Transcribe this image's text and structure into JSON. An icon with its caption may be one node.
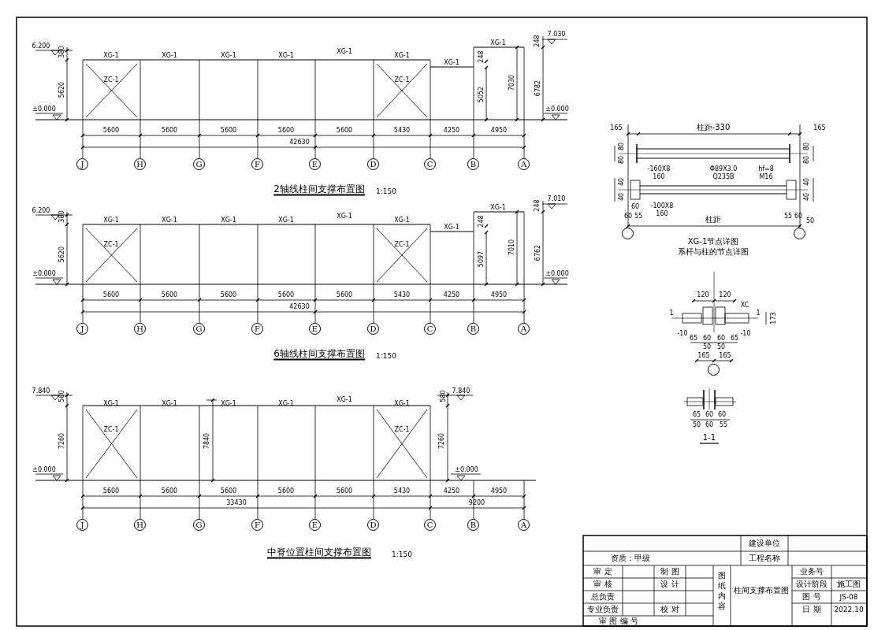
{
  "diagram": {
    "nodes": [
      {
        "text": [
          "J"
        ]
      },
      {
        "text": [
          "H"
        ]
      },
      {
        "text": [
          "G"
        ]
      },
      {
        "text": [
          "F"
        ]
      },
      {
        "text": [
          "E"
        ]
      },
      {
        "text": [
          "D"
        ]
      },
      {
        "text": [
          "C"
        ]
      },
      {
        "text": [
          "B"
        ]
      },
      {
        "text": [
          "A"
        ]
      },
      {
        "text": [],
        "shape": "circle"
      },
      {
        "text": [],
        "shape": "circle"
      },
      {
        "text": [
          "J"
        ]
      },
      {
        "text": [
          "H"
        ]
      },
      {
        "text": [
          "G"
        ]
      },
      {
        "text": [
          "F"
        ]
      },
      {
        "text": [
          "E"
        ]
      },
      {
        "text": [
          "D"
        ]
      },
      {
        "text": [
          "C"
        ]
      },
      {
        "text": [
          "B"
        ]
      },
      {
        "text": [
          "A"
        ]
      },
      {
        "text": [],
        "shape": "circle"
      },
      {
        "text": [
          "J"
        ]
      },
      {
        "text": [
          "H"
        ]
      },
      {
        "text": [
          "G"
        ]
      },
      {
        "text": [
          "F"
        ]
      },
      {
        "text": [
          "E"
        ]
      },
      {
        "text": [
          "D"
        ]
      },
      {
        "text": [
          "C"
        ]
      },
      {
        "text": [
          "B"
        ]
      },
      {
        "text": [
          "A"
        ]
      }
    ],
    "labels": [
      "6.200",
      "380",
      "XG-1",
      "XG-1",
      "XG-1",
      "XG-1",
      "XG-1",
      "XG-1",
      "XG-1",
      "XG-1",
      "248",
      "7.030",
      "ZC-1",
      "ZC-1",
      "5620",
      "248",
      "5052",
      "7030",
      "6782",
      "±0.000",
      "±0.000",
      "5600",
      "5600",
      "5600",
      "5600",
      "5600",
      "5430",
      "4250",
      "4950",
      "42630",
      "2轴线柱间支撑布置图",
      "1:150",
      "165",
      "柱距-330",
      "165",
      "80",
      "80",
      "80",
      "80",
      "-160X8",
      "160",
      "Φ89X3.0",
      "Q235B",
      "hf=8",
      "M16",
      "40",
      "40",
      "40",
      "40",
      "-100X8",
      "160",
      "60",
      "60",
      "55",
      "55",
      "60",
      "柱距",
      "50",
      "XG-1节点详图",
      "系杆与柱的节点详图",
      "6.200",
      "380",
      "XG-1",
      "XG-1",
      "XG-1",
      "XG-1",
      "XG-1",
      "XG-1",
      "XG-1",
      "XG-1",
      "248",
      "7.010",
      "ZC-1",
      "ZC-1",
      "5620",
      "248",
      "5097",
      "7010",
      "6762",
      "±0.000",
      "±0.000",
      "5600",
      "5600",
      "5600",
      "5600",
      "5600",
      "5430",
      "4250",
      "4950",
      "42630",
      "6轴线柱间支撑布置图",
      "1:150",
      "120",
      "120",
      "XC",
      "173",
      "1",
      "1",
      "-10",
      "-10",
      "65",
      "60",
      "60",
      "65",
      "50",
      "50",
      "165",
      "165",
      "65",
      "60",
      "60",
      "50",
      "60",
      "55",
      "1-1",
      "7.840",
      "580",
      "580",
      "7.840",
      "XG-1",
      "XG-1",
      "XG-1",
      "XG-1",
      "XG-1",
      "XG-1",
      "ZC-1",
      "ZC-1",
      "7260",
      "7840",
      "7260",
      "±0.000",
      "±0.000",
      "5600",
      "5600",
      "5600",
      "5600",
      "5600",
      "5430",
      "4250",
      "4950",
      "33430",
      "9200",
      "中脊位置柱间支撑布置图",
      "1:150",
      "建设单位",
      "资质：甲级",
      "工程名称",
      "审 定",
      "制 图",
      "图纸内容",
      "柱间支撑布置图",
      "业务号",
      "审 核",
      "设 计",
      "设计阶段",
      "施工图",
      "总负责",
      "图 号",
      "JS-08",
      "专业负责",
      "校 对",
      "日 期",
      "2022.10",
      "审 图 编 号"
    ]
  }
}
